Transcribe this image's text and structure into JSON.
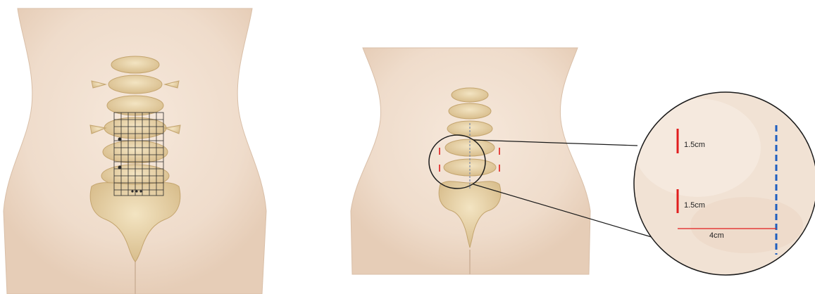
{
  "colors": {
    "skin": "#efdccb",
    "skin_shade": "#e2c7b0",
    "bone": "#e9d3a4",
    "bone_shade": "#c9ab74",
    "grid": "#2b2b2b",
    "incision": "#e11d1d",
    "midline": "#1f5fbf",
    "background": "#ffffff"
  },
  "panels": [
    {
      "name": "lumbar-grid-view",
      "description_visible": false
    },
    {
      "name": "incision-marking-view",
      "description_visible": false
    },
    {
      "name": "magnified-detail-view",
      "description_visible": false
    }
  ],
  "detail": {
    "upper_incision_label": "1.5cm",
    "lower_incision_label": "1.5cm",
    "offset_label": "4cm"
  }
}
